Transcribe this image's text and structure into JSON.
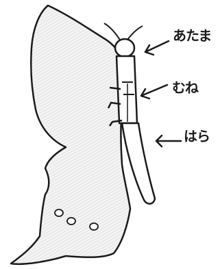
{
  "labels": {
    "head": "あたま",
    "chest": "むね",
    "belly": "はら"
  },
  "colors": {
    "ink": "#1a1a1a",
    "shading": "#e6e6e6",
    "paper": "#ffffff"
  }
}
